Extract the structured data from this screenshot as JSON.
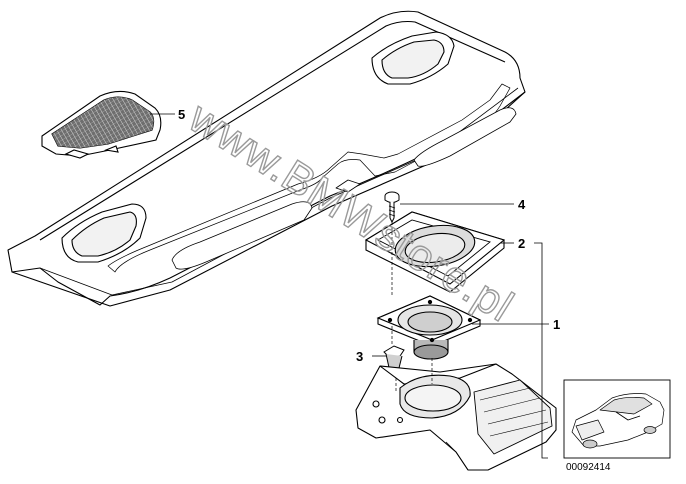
{
  "diagram": {
    "callouts": [
      {
        "id": "5",
        "label": "5"
      },
      {
        "id": "4",
        "label": "4"
      },
      {
        "id": "2",
        "label": "2"
      },
      {
        "id": "1",
        "label": "1"
      },
      {
        "id": "3",
        "label": "3"
      }
    ],
    "watermark": "www.BMWstore.pl",
    "diagram_code": "00092414"
  }
}
